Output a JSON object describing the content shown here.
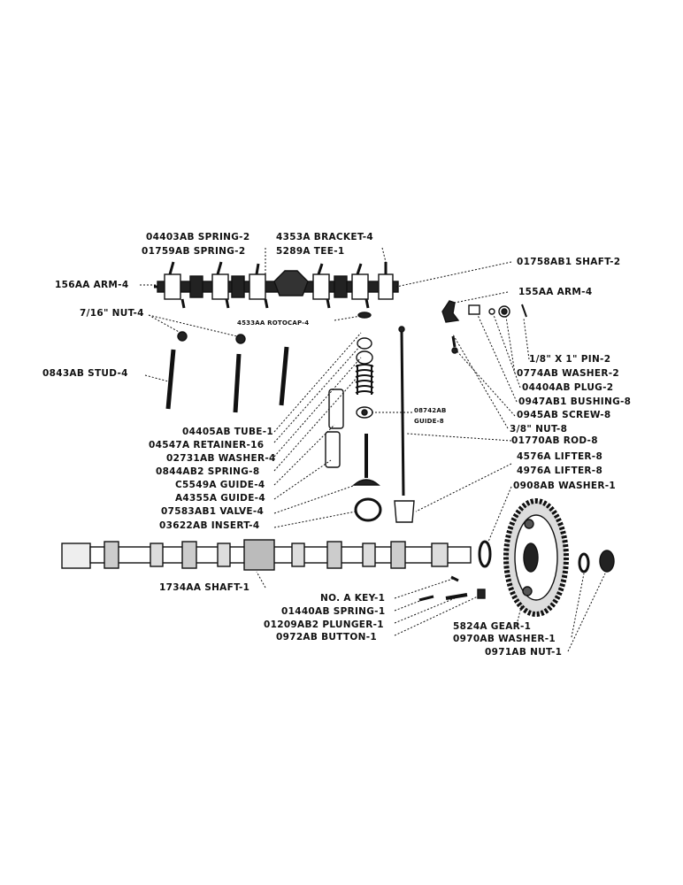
{
  "diagram": {
    "labels_left": [
      {
        "id": "spring-2a",
        "text": "04403AB SPRING-2"
      },
      {
        "id": "spring-2b",
        "text": "01759AB SPRING-2"
      },
      {
        "id": "bracket",
        "text": "4353A BRACKET-4"
      },
      {
        "id": "tee",
        "text": "5289A TEE-1"
      },
      {
        "id": "arm-4-left",
        "text": "156AA ARM-4"
      },
      {
        "id": "nut-4",
        "text": "7/16\" NUT-4"
      },
      {
        "id": "rotocap",
        "text": "4533AA ROTOCAP-4"
      },
      {
        "id": "stud",
        "text": "0843AB STUD-4"
      },
      {
        "id": "tube",
        "text": "04405AB TUBE-1"
      },
      {
        "id": "retainer",
        "text": "04547A RETAINER-16"
      },
      {
        "id": "washer-4",
        "text": "02731AB WASHER-4"
      },
      {
        "id": "spring-8",
        "text": "0844AB2 SPRING-8"
      },
      {
        "id": "guide-c",
        "text": "C5549A GUIDE-4"
      },
      {
        "id": "guide-a",
        "text": "A4355A GUIDE-4"
      },
      {
        "id": "valve",
        "text": "07583AB1 VALVE-4"
      },
      {
        "id": "insert",
        "text": "03622AB INSERT-4"
      },
      {
        "id": "camshaft",
        "text": "1734AA SHAFT-1"
      },
      {
        "id": "key",
        "text": "NO. A KEY-1"
      },
      {
        "id": "spring-1",
        "text": "01440AB SPRING-1"
      },
      {
        "id": "plunger",
        "text": "01209AB2 PLUNGER-1"
      },
      {
        "id": "button",
        "text": "0972AB BUTTON-1"
      }
    ],
    "labels_right": [
      {
        "id": "shaft-2",
        "text": "01758AB1 SHAFT-2"
      },
      {
        "id": "arm-4-right",
        "text": "155AA ARM-4"
      },
      {
        "id": "pin",
        "text": "1/8\" X 1\" PIN-2"
      },
      {
        "id": "washer-2",
        "text": "0774AB WASHER-2"
      },
      {
        "id": "plug",
        "text": "04404AB PLUG-2"
      },
      {
        "id": "bushing",
        "text": "0947AB1 BUSHING-8"
      },
      {
        "id": "screw",
        "text": "0945AB SCREW-8"
      },
      {
        "id": "nut-8",
        "text": "3/8\" NUT-8"
      },
      {
        "id": "guide-8",
        "text": "08742AB GUIDE-8"
      },
      {
        "id": "rod",
        "text": "01770AB ROD-8"
      },
      {
        "id": "lifter-a",
        "text": "4576A LIFTER-8"
      },
      {
        "id": "lifter-b",
        "text": "4976A LIFTER-8"
      },
      {
        "id": "washer-1",
        "text": "0908AB WASHER-1"
      },
      {
        "id": "gear",
        "text": "5824A GEAR-1"
      },
      {
        "id": "washer-1b",
        "text": "0970AB WASHER-1"
      },
      {
        "id": "nut-1",
        "text": "0971AB NUT-1"
      }
    ]
  }
}
